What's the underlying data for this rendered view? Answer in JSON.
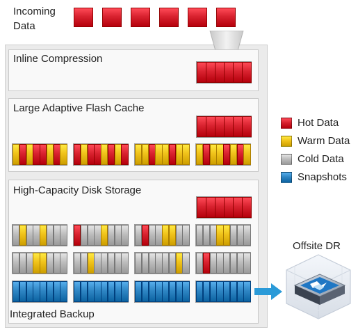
{
  "incoming": {
    "label_line1": "Incoming",
    "label_line2": "Data"
  },
  "sections": {
    "compression": "Inline Compression",
    "flash": "Large Adaptive Flash Cache",
    "disk": "High-Capacity Disk Storage",
    "backup": "Integrated Backup"
  },
  "offsite": {
    "label": "Offsite DR",
    "icon": "storage-appliance-icon"
  },
  "legend": [
    {
      "key": "hot",
      "label": "Hot Data",
      "color": "#d8222f"
    },
    {
      "key": "warm",
      "label": "Warm Data",
      "color": "#f0c21a"
    },
    {
      "key": "cold",
      "label": "Cold Data",
      "color": "#bdbdbd"
    },
    {
      "key": "snap",
      "label": "Snapshots",
      "color": "#2f86c4"
    }
  ],
  "colors": {
    "hot": "#d8222f",
    "warm": "#f0c21a",
    "cold": "#bdbdbd",
    "snap": "#2f86c4",
    "arrow": "#2a9ad8",
    "funnel": "#d9d9d9"
  },
  "rows": {
    "flash": [
      [
        "warm",
        "hot",
        "warm",
        "hot",
        "hot",
        "warm",
        "hot",
        "warm"
      ],
      [
        "hot",
        "warm",
        "hot",
        "hot",
        "warm",
        "hot",
        "warm",
        "hot"
      ],
      [
        "warm",
        "warm",
        "hot",
        "warm",
        "warm",
        "hot",
        "warm",
        "warm"
      ],
      [
        "warm",
        "hot",
        "warm",
        "warm",
        "hot",
        "warm",
        "hot",
        "warm"
      ]
    ],
    "disk1": [
      [
        "cold",
        "warm",
        "cold",
        "cold",
        "warm",
        "cold",
        "cold",
        "cold"
      ],
      [
        "hot",
        "cold",
        "cold",
        "cold",
        "warm",
        "cold",
        "cold",
        "cold"
      ],
      [
        "cold",
        "hot",
        "cold",
        "cold",
        "warm",
        "warm",
        "cold",
        "cold"
      ],
      [
        "cold",
        "cold",
        "cold",
        "warm",
        "warm",
        "cold",
        "cold",
        "cold"
      ]
    ],
    "disk2": [
      [
        "cold",
        "cold",
        "cold",
        "warm",
        "warm",
        "cold",
        "cold",
        "cold"
      ],
      [
        "cold",
        "cold",
        "warm",
        "cold",
        "cold",
        "cold",
        "cold",
        "cold"
      ],
      [
        "cold",
        "cold",
        "cold",
        "cold",
        "cold",
        "cold",
        "warm",
        "cold"
      ],
      [
        "cold",
        "hot",
        "cold",
        "cold",
        "cold",
        "cold",
        "cold",
        "cold"
      ]
    ],
    "backup": [
      [
        "snap",
        "snap",
        "snap",
        "snap",
        "snap",
        "snap",
        "snap",
        "snap"
      ],
      [
        "snap",
        "snap",
        "snap",
        "snap",
        "snap",
        "snap",
        "snap",
        "snap"
      ],
      [
        "snap",
        "snap",
        "snap",
        "snap",
        "snap",
        "snap",
        "snap",
        "snap"
      ],
      [
        "snap",
        "snap",
        "snap",
        "snap",
        "snap",
        "snap",
        "snap",
        "snap"
      ]
    ]
  }
}
